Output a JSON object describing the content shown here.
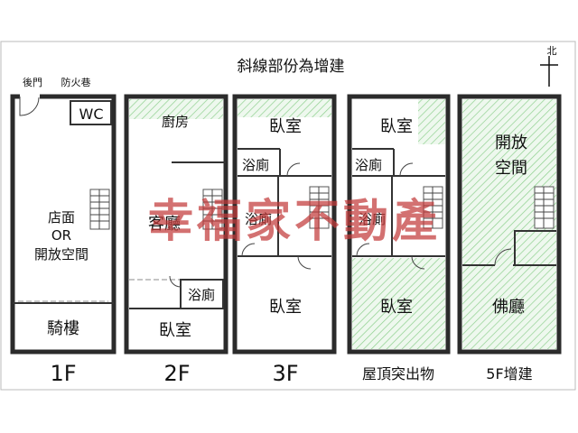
{
  "title": "斜線部份為增建",
  "north_label": "北",
  "watermark": "幸福家不動產",
  "colors": {
    "wall": "#2b2b2b",
    "hatch": "#8fd08f",
    "watermark": "#c23a3a",
    "frame": "#bbbbbb"
  },
  "floors": [
    {
      "id": "1F",
      "label": "1F",
      "rooms": {
        "back_door": "後門",
        "fire_lane": "防火巷",
        "wc": "WC",
        "store_line1": "店面",
        "store_line2": "OR",
        "store_line3": "開放空間",
        "arcade": "騎樓"
      }
    },
    {
      "id": "2F",
      "label": "2F",
      "rooms": {
        "kitchen": "廚房",
        "living": "客廳",
        "bath": "浴廁",
        "bedroom": "臥室"
      }
    },
    {
      "id": "3F",
      "label": "3F",
      "rooms": {
        "bedroom_top": "臥室",
        "bath_upper": "浴廁",
        "bath_lower": "浴廁",
        "bedroom_bottom": "臥室"
      }
    },
    {
      "id": "roof",
      "label": "屋頂突出物",
      "rooms": {
        "bedroom_top": "臥室",
        "bath_upper": "浴廁",
        "bath_lower": "浴廁",
        "bedroom_bottom": "臥室"
      }
    },
    {
      "id": "5F",
      "label": "5F增建",
      "rooms": {
        "open_line1": "開放",
        "open_line2": "空間",
        "buddha_hall": "佛廳"
      }
    }
  ]
}
